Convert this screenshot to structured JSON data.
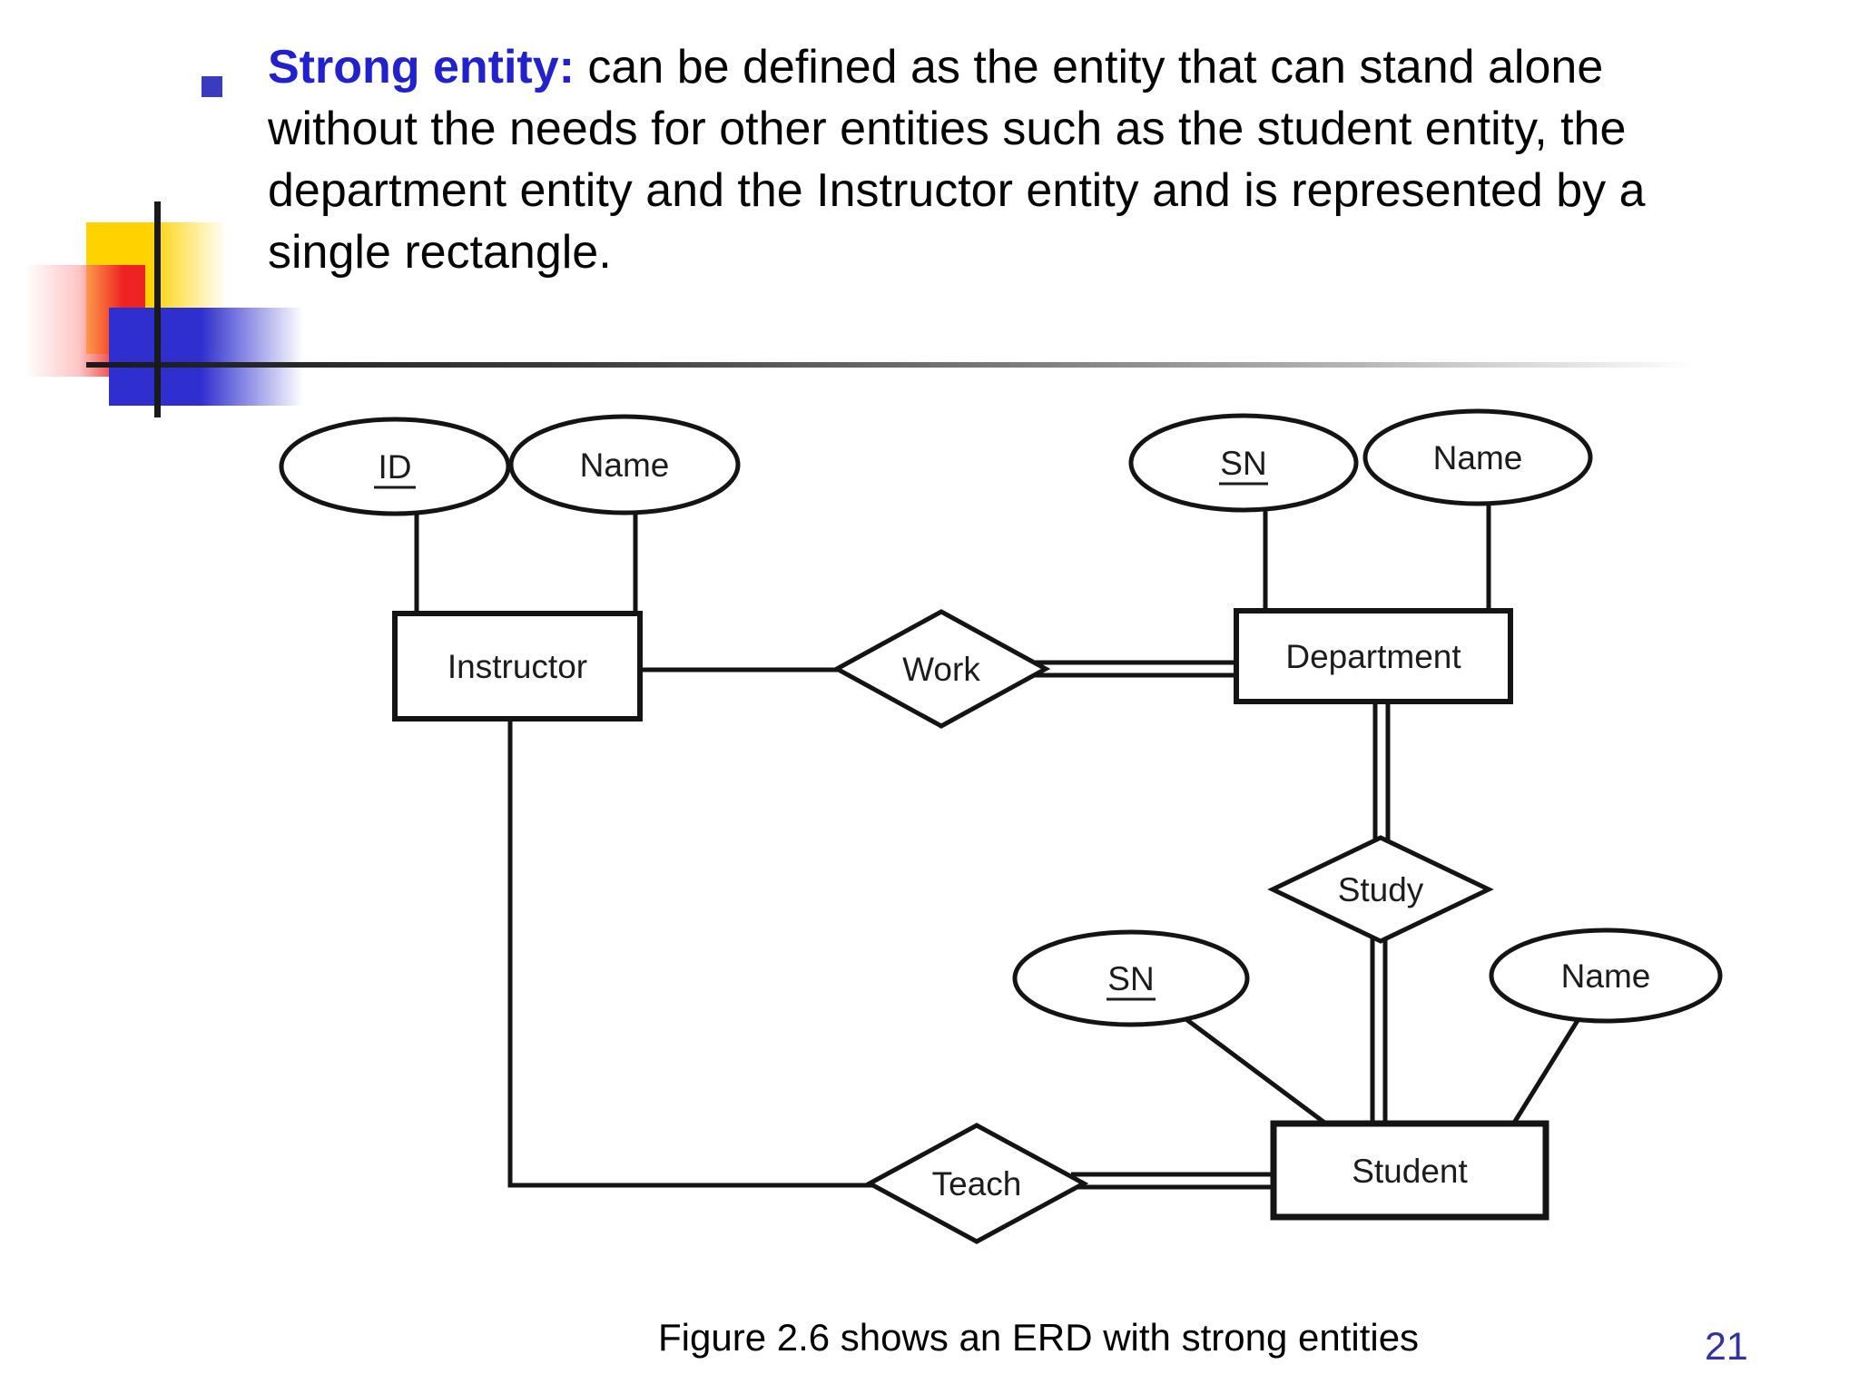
{
  "title": {
    "lines": [
      {
        "bold": "Strong entity:",
        "text": " can be defined as the entity that can stand alone"
      },
      {
        "text": "without the needs for other entities such as the student entity, the"
      },
      {
        "text": "department entity and the Instructor entity and is represented by a"
      },
      {
        "text": "single rectangle."
      }
    ]
  },
  "diagram": {
    "entities": [
      {
        "label": "Instructor"
      },
      {
        "label": "Department"
      },
      {
        "label": "Student"
      }
    ],
    "relationships": [
      {
        "label": "Work"
      },
      {
        "label": "Study"
      },
      {
        "label": "Teach"
      }
    ],
    "attributes": [
      {
        "label": "ID",
        "underlined": true,
        "owner": "Instructor"
      },
      {
        "label": "Name",
        "underlined": false,
        "owner": "Instructor"
      },
      {
        "label": "SN",
        "underlined": true,
        "owner": "Department"
      },
      {
        "label": "Name",
        "underlined": false,
        "owner": "Department"
      },
      {
        "label": "SN",
        "underlined": true,
        "owner": "Student"
      },
      {
        "label": "Name",
        "underlined": false,
        "owner": "Student"
      }
    ]
  },
  "caption": "Figure 2.6 shows an ERD with strong entities",
  "page_number": "21",
  "colors": {
    "accent": "#2222cc",
    "bullet": "#3b3bc0",
    "navy": "#333399",
    "ink": "#141414",
    "deco_yellow": "#ffd200",
    "deco_red": "#ee2222",
    "deco_blue": "#2f2fd0"
  }
}
